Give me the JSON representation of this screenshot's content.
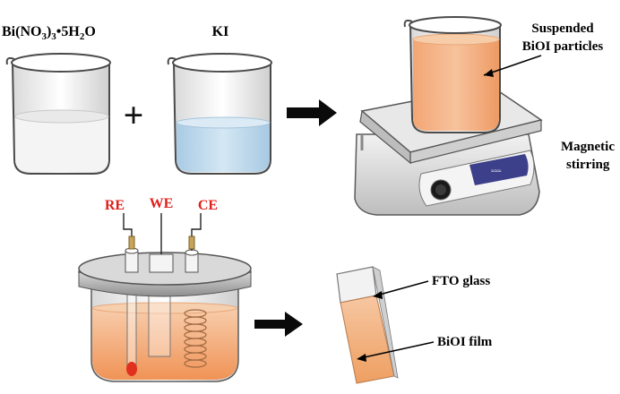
{
  "labels": {
    "bi_nitrate_base": "Bi(NO",
    "bi_nitrate_sub1": "3",
    "bi_nitrate_close": ")",
    "bi_nitrate_sub2": "3",
    "bi_nitrate_dot": "•5H",
    "bi_nitrate_sub3": "2",
    "bi_nitrate_end": "O",
    "ki": "KI",
    "suspended_line1": "Suspended",
    "suspended_line2": "BiOI particles",
    "magnetic_line1": "Magnetic",
    "magnetic_line2": "stirring",
    "re": "RE",
    "we": "WE",
    "ce": "CE",
    "fto_glass": "FTO glass",
    "bioi_film": "BiOI film"
  },
  "symbols": {
    "plus": "+"
  },
  "colors": {
    "label_red": "#e0201b",
    "arrow": "#0a0a0a",
    "ki_solution": "#bcd8ec",
    "orange_solution": "#f2a26c",
    "film": "#f0a368",
    "stirrer_body": "#e6e6e6",
    "knob_panel": "#3c3f8a"
  }
}
